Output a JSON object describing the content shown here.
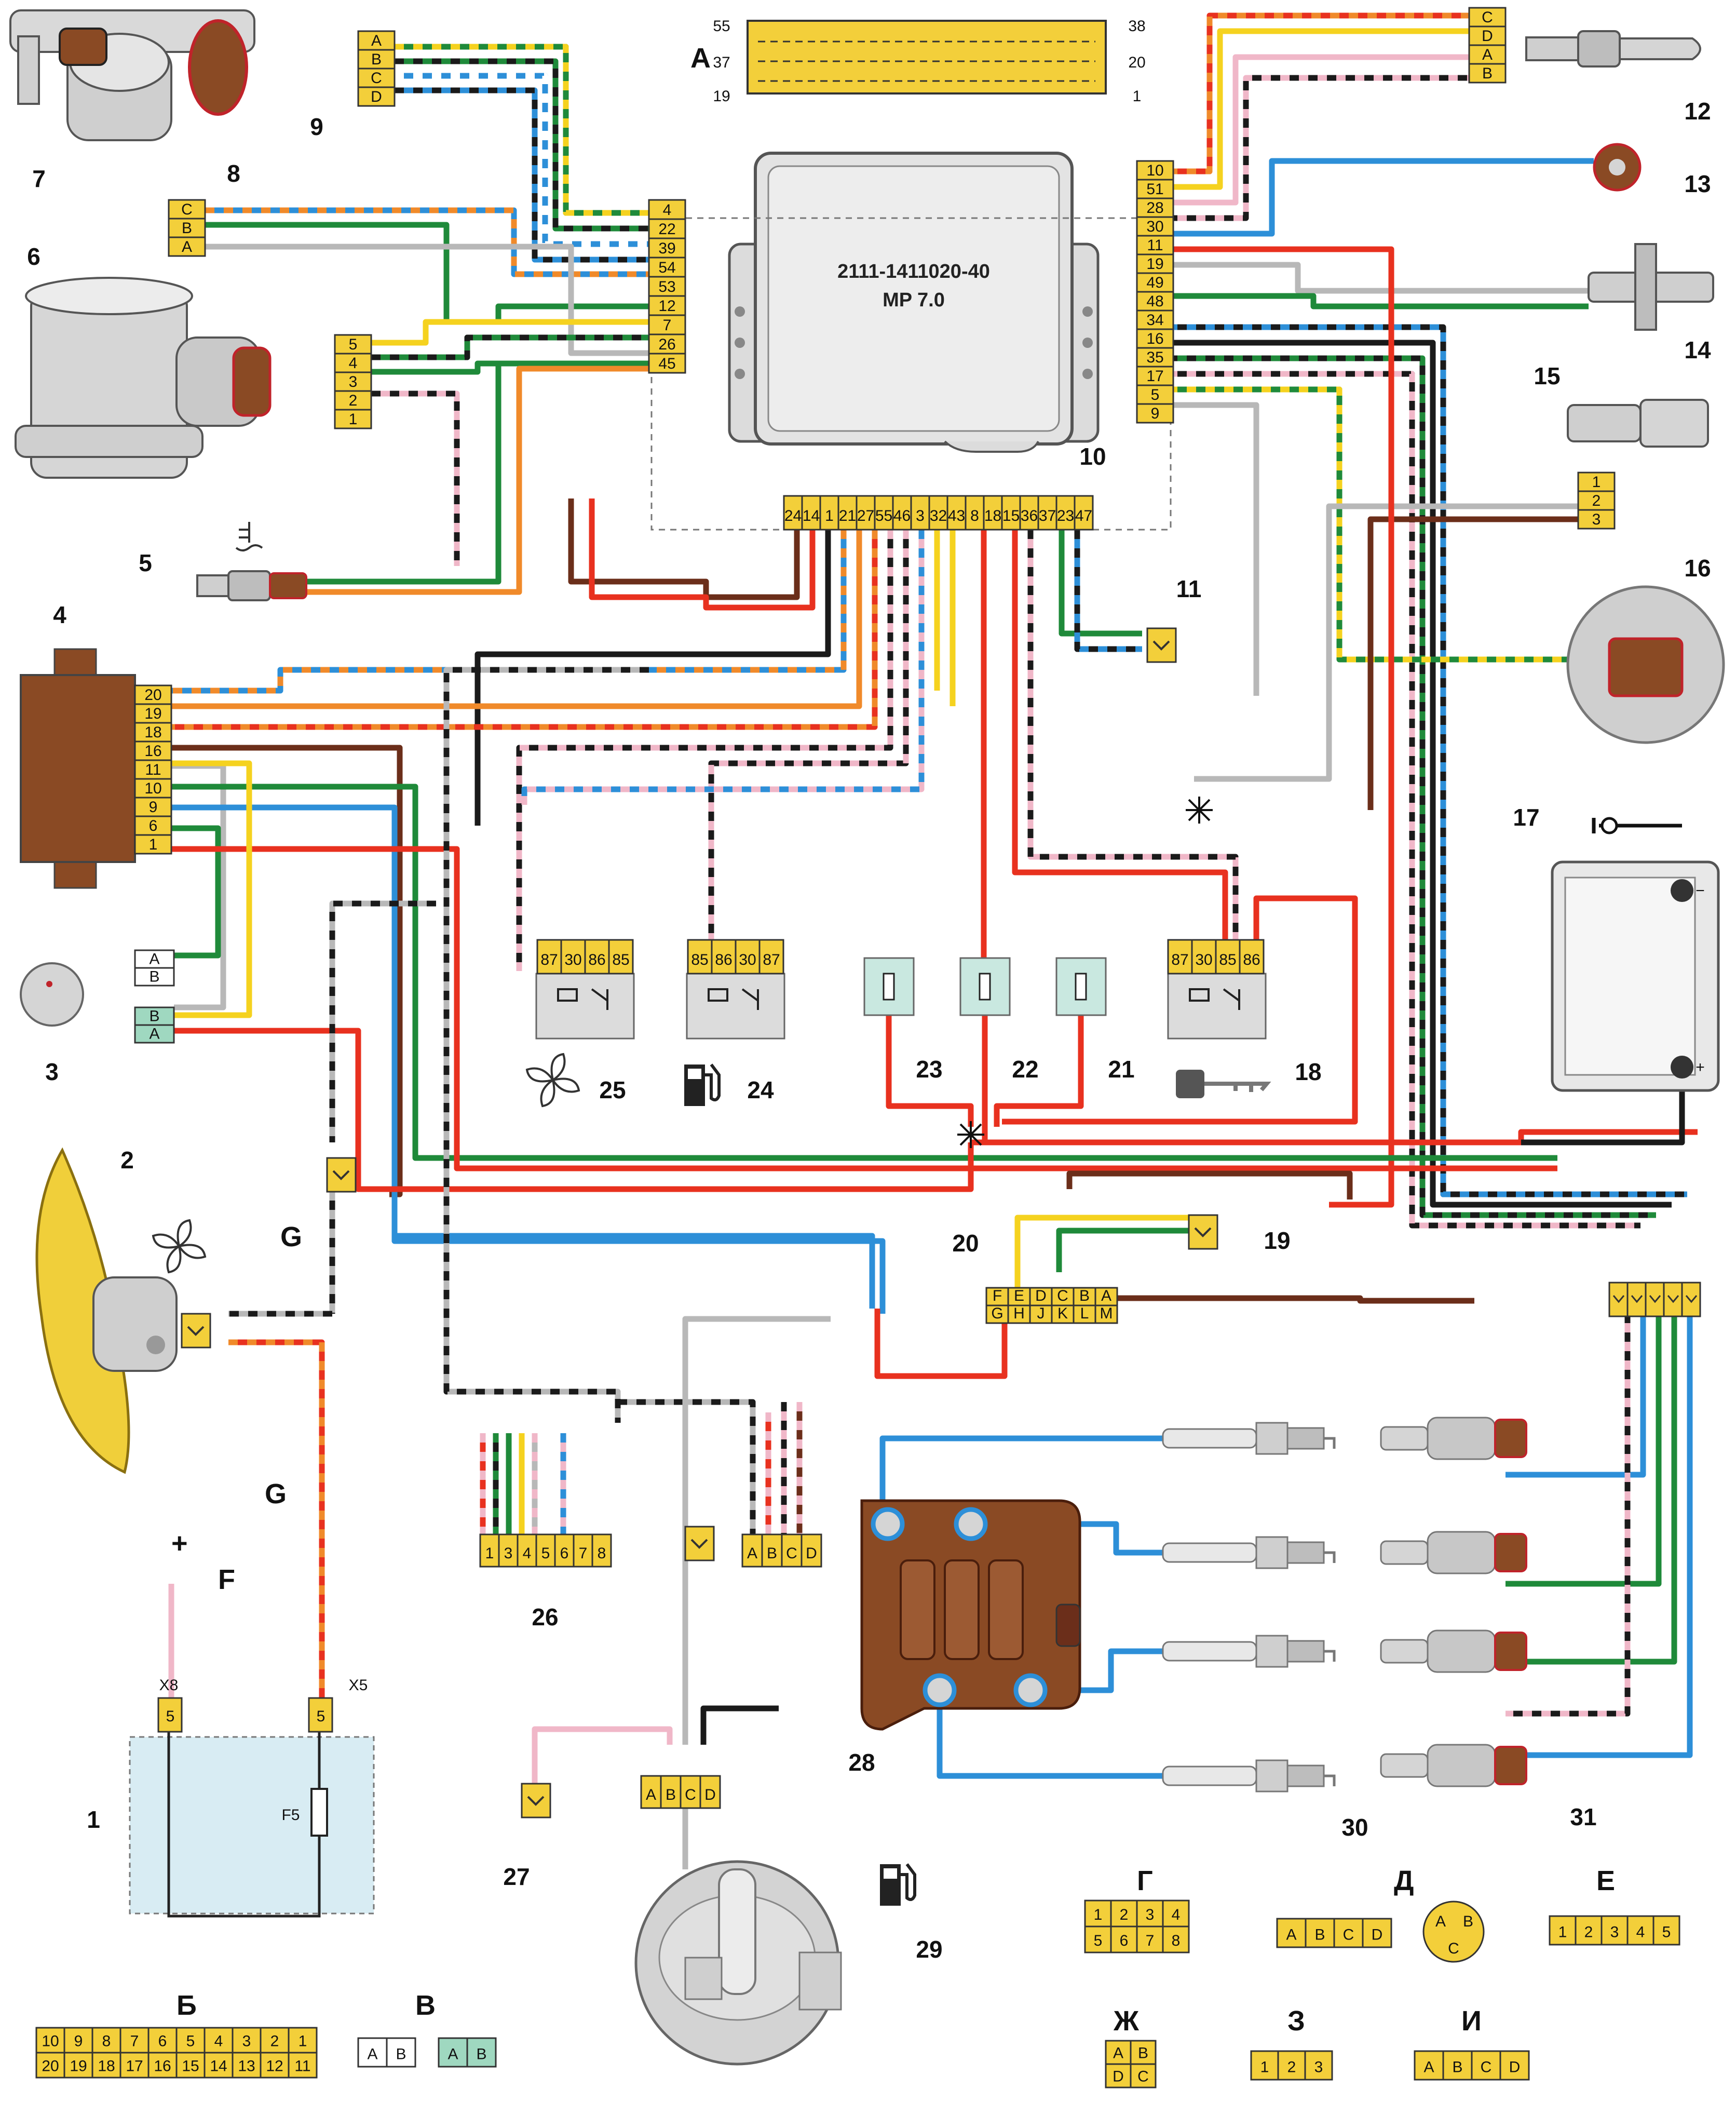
{
  "ecu": {
    "part_number": "2111-1411020-40",
    "model": "MP 7.0"
  },
  "header_connector": {
    "letter": "A",
    "pins_top": [
      "55",
      "38"
    ],
    "pins_mid": [
      "37",
      "20"
    ],
    "pins_bot": [
      "19",
      "1"
    ]
  },
  "ecu_left_pins": [
    "4",
    "22",
    "39",
    "54",
    "53",
    "12",
    "7",
    "26",
    "45"
  ],
  "ecu_right_pins": [
    "10",
    "51",
    "28",
    "30",
    "11",
    "19",
    "49",
    "48",
    "34",
    "16",
    "35",
    "17",
    "5",
    "9"
  ],
  "ecu_bottom_pins": [
    "24",
    "14",
    "1",
    "21",
    "27",
    "55",
    "46",
    "3",
    "32",
    "43",
    "8",
    "18",
    "15",
    "36",
    "37",
    "23",
    "47"
  ],
  "throttle_conn": [
    "A",
    "B",
    "C",
    "D"
  ],
  "tps_conn": [
    "C",
    "B",
    "A"
  ],
  "maf_conn": [
    "5",
    "4",
    "3",
    "2",
    "1"
  ],
  "lambda_conn": [
    "C",
    "D",
    "A",
    "B"
  ],
  "speed_conn": [
    "1",
    "2",
    "3"
  ],
  "module_pins": [
    "20",
    "19",
    "18",
    "16",
    "11",
    "10",
    "9",
    "6",
    "1"
  ],
  "sensor3_conn": {
    "white": [
      "A",
      "B"
    ],
    "green": [
      "B",
      "A"
    ]
  },
  "conn20_top": [
    "F",
    "E",
    "D",
    "C",
    "B",
    "A"
  ],
  "conn20_bot": [
    "G",
    "H",
    "J",
    "K",
    "L",
    "M"
  ],
  "conn26": [
    "1",
    "3",
    "4",
    "5",
    "6",
    "7",
    "8"
  ],
  "conn_abcd": [
    "A",
    "B",
    "C",
    "D"
  ],
  "relay25": [
    "87",
    "30",
    "86",
    "85"
  ],
  "relay24": [
    "85",
    "86",
    "30",
    "87"
  ],
  "relay18": [
    "87",
    "30",
    "85",
    "86"
  ],
  "battery": {
    "minus": "−",
    "plus": "+"
  },
  "fusebox": {
    "x8": "X8",
    "x5": "X5",
    "pin": "5",
    "fuse": "F5",
    "f": "F",
    "g": "G",
    "plus": "+"
  },
  "labels": [
    "1",
    "2",
    "3",
    "4",
    "5",
    "6",
    "7",
    "8",
    "9",
    "10",
    "11",
    "12",
    "13",
    "14",
    "15",
    "16",
    "17",
    "18",
    "19",
    "20",
    "21",
    "22",
    "23",
    "24",
    "25",
    "26",
    "27",
    "28",
    "29",
    "30",
    "31"
  ],
  "legend": {
    "b": {
      "title": "Б",
      "top": [
        "10",
        "9",
        "8",
        "7",
        "6",
        "5",
        "4",
        "3",
        "2",
        "1"
      ],
      "bot": [
        "20",
        "19",
        "18",
        "17",
        "16",
        "15",
        "14",
        "13",
        "12",
        "11"
      ]
    },
    "v": {
      "title": "В",
      "pins": [
        "A",
        "B"
      ]
    },
    "g": {
      "title": "Г",
      "top": [
        "1",
        "2",
        "3",
        "4"
      ],
      "bot": [
        "5",
        "6",
        "7",
        "8"
      ]
    },
    "d": {
      "title": "Д",
      "pins": [
        "A",
        "B",
        "C",
        "D"
      ],
      "round": [
        "A",
        "B",
        "C"
      ]
    },
    "e": {
      "title": "Е",
      "pins": [
        "1",
        "2",
        "3",
        "4",
        "5"
      ]
    },
    "zh": {
      "title": "Ж",
      "top": [
        "A",
        "B"
      ],
      "bot": [
        "D",
        "C"
      ]
    },
    "z": {
      "title": "З",
      "pins": [
        "1",
        "2",
        "3"
      ]
    },
    "i": {
      "title": "И",
      "pins": [
        "A",
        "B",
        "C",
        "D"
      ]
    }
  },
  "colors": {
    "connector": "#f3cf3a",
    "red": "#e8311f",
    "green": "#1f8a3a",
    "blue": "#2d8fd8",
    "yellow": "#f5d21f",
    "black": "#1a1a1a",
    "pink": "#f0b7c8",
    "brown": "#6b2e1a",
    "orange": "#f08a2a",
    "gray": "#b8b8b8",
    "module": "#8a4a24"
  }
}
